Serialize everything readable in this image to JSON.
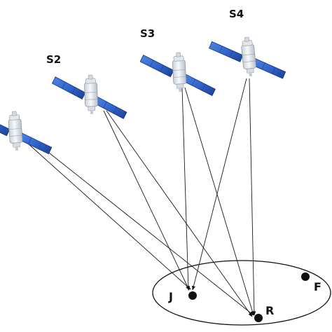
{
  "diagram": {
    "satellites": [
      {
        "id": "s1",
        "label": ""
      },
      {
        "id": "s2",
        "label": "S2"
      },
      {
        "id": "s3",
        "label": "S3"
      },
      {
        "id": "s4",
        "label": "S4"
      }
    ],
    "ground_points": [
      {
        "id": "j",
        "label": "J"
      },
      {
        "id": "r",
        "label": "R"
      },
      {
        "id": "f",
        "label": "F"
      }
    ],
    "colors": {
      "panel": "#2f63c9",
      "panel_dark": "#1b3f8f",
      "body": "#e9edf2",
      "ink": "#111111"
    }
  }
}
